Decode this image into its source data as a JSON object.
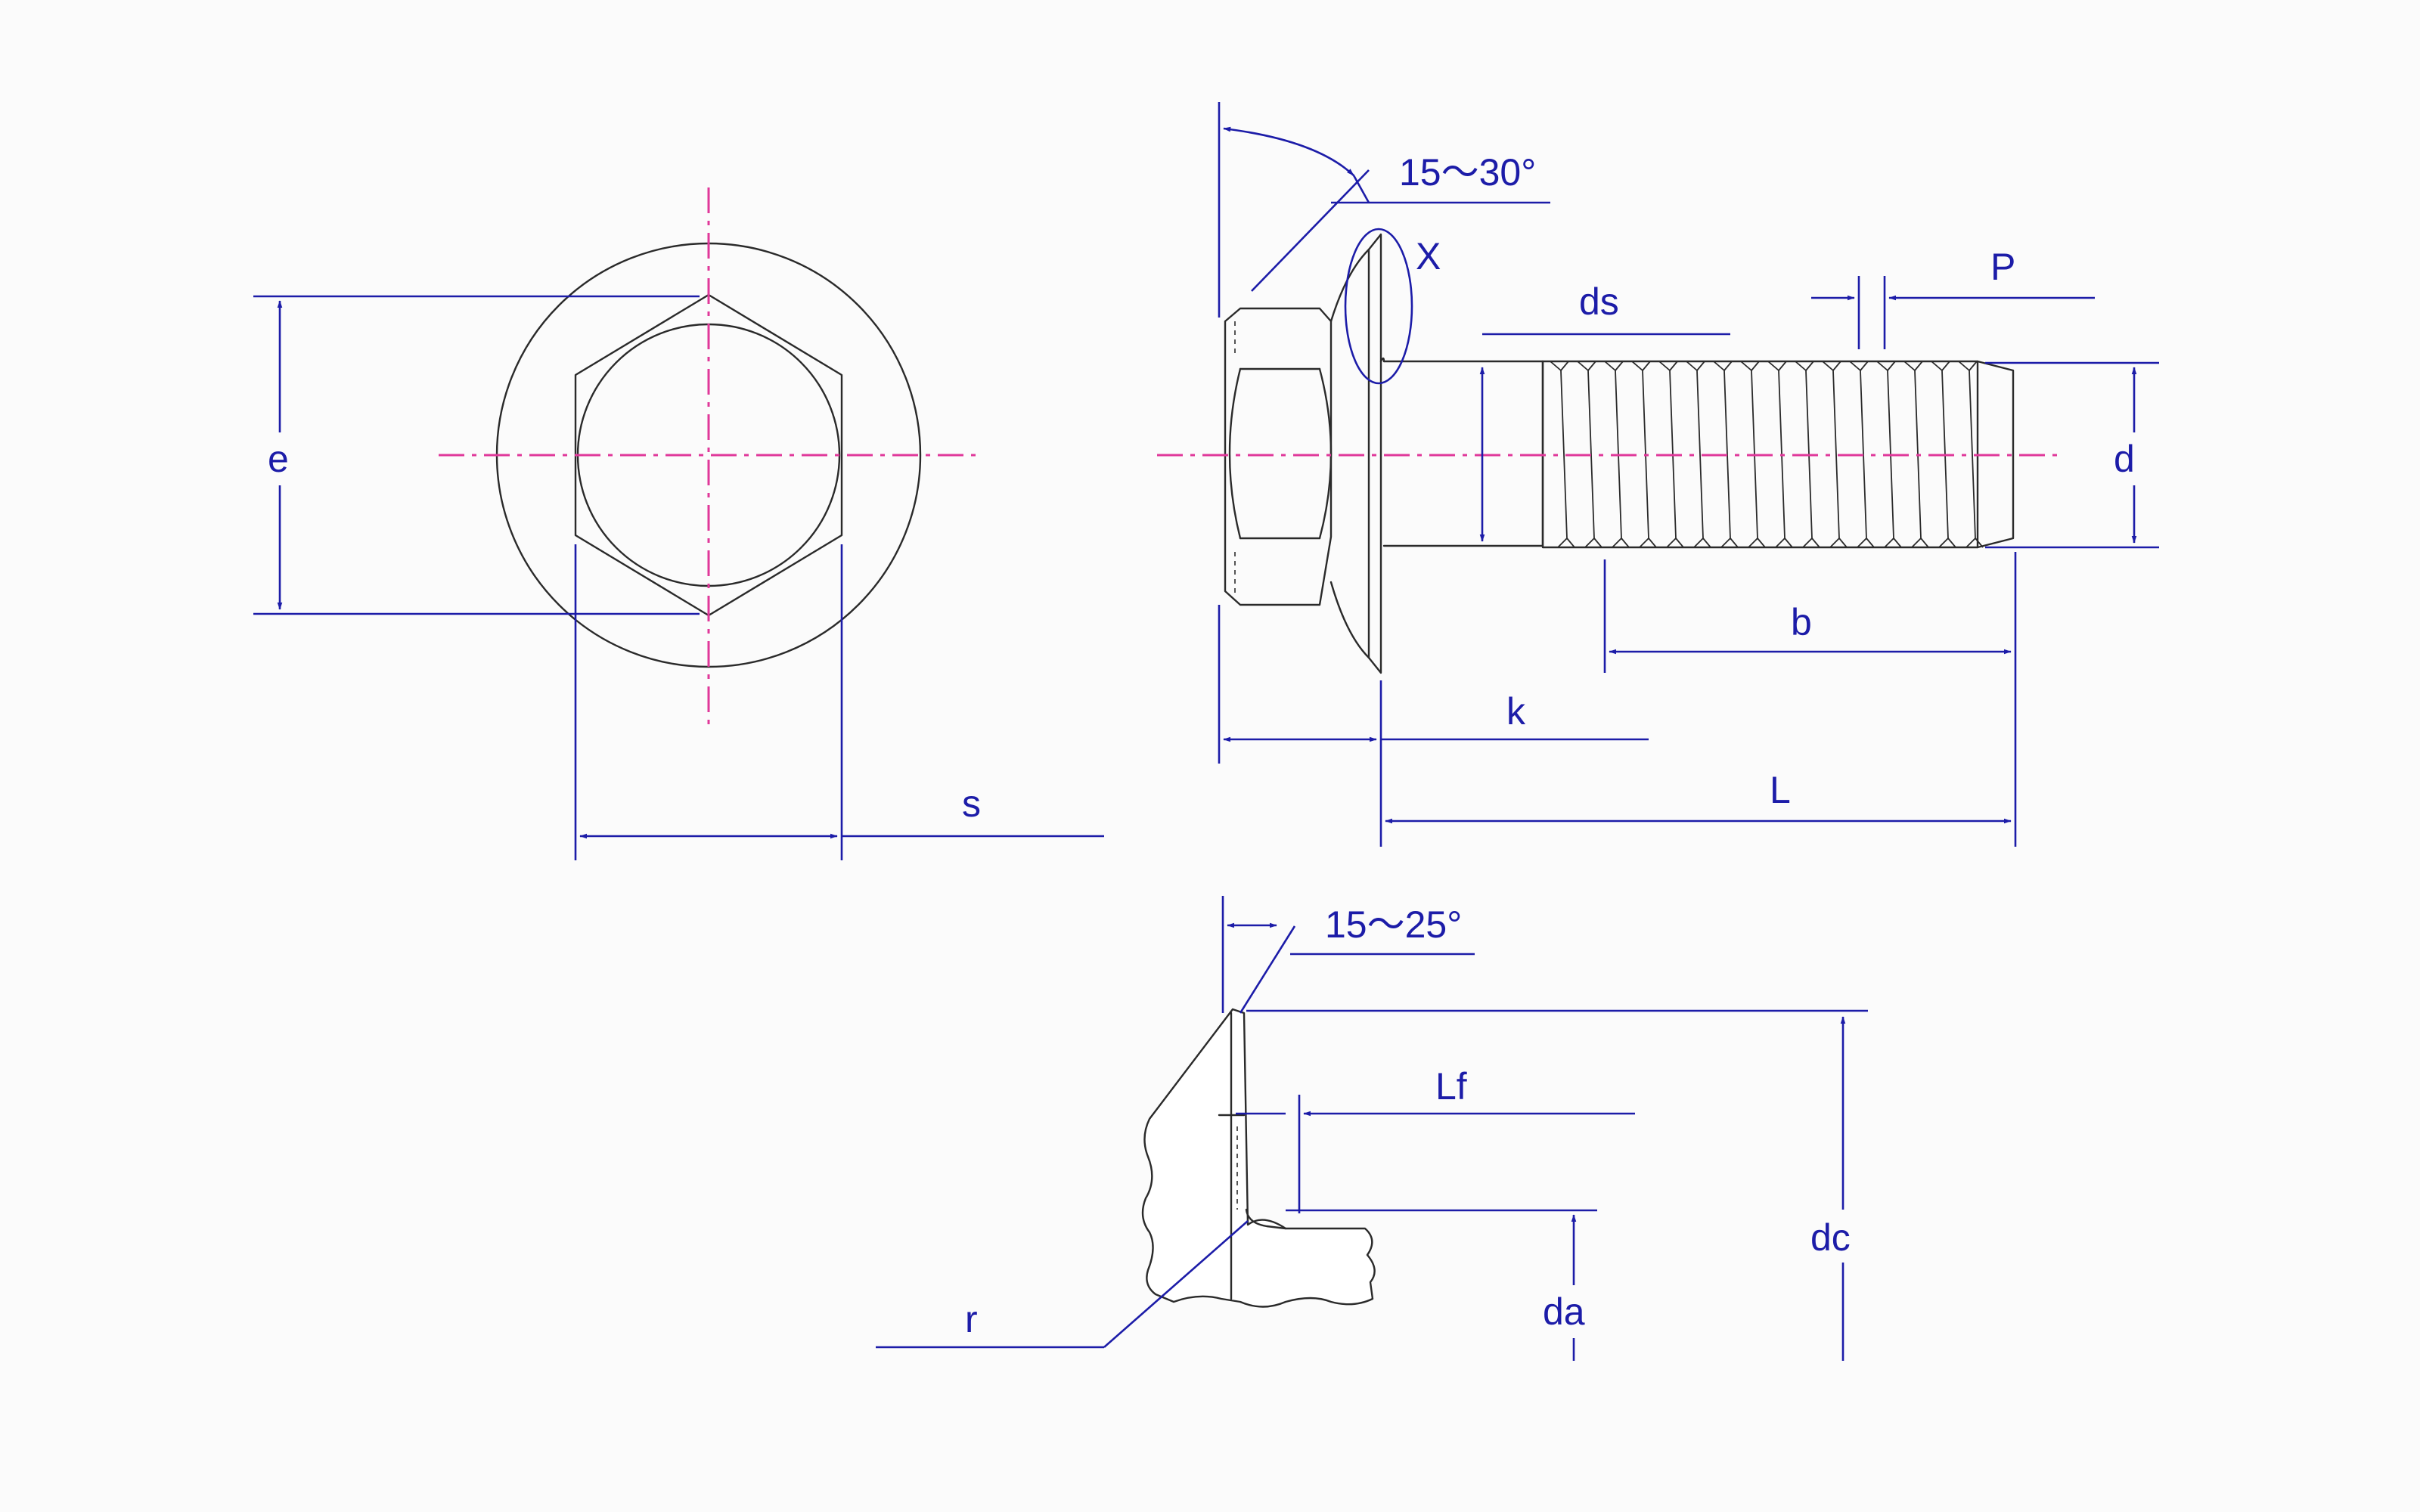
{
  "labels": {
    "e": "e",
    "s": "s",
    "angle_head": "15～30°",
    "x": "X",
    "ds": "ds",
    "p": "P",
    "d": "d",
    "b": "b",
    "k": "k",
    "l": "L",
    "angle_detail": "15～25°",
    "lf": "Lf",
    "dc": "dc",
    "da": "da",
    "r": "r"
  },
  "colors": {
    "outline": "#2a2a2a",
    "dimension": "#1c1ca8",
    "centerline": "#e0389a",
    "background": "#fbfbfb"
  }
}
